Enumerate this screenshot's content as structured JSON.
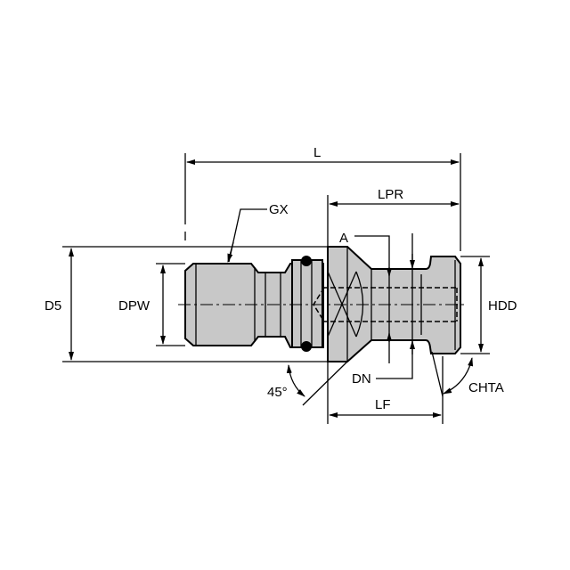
{
  "labels": {
    "L": "L",
    "LPR": "LPR",
    "GX": "GX",
    "A": "A",
    "D5": "D5",
    "DPW": "DPW",
    "HDD": "HDD",
    "DN": "DN",
    "LF": "LF",
    "angle": "45°",
    "CHTA": "CHTA"
  },
  "colors": {
    "body": "#c8c8c8",
    "line": "#000000"
  }
}
